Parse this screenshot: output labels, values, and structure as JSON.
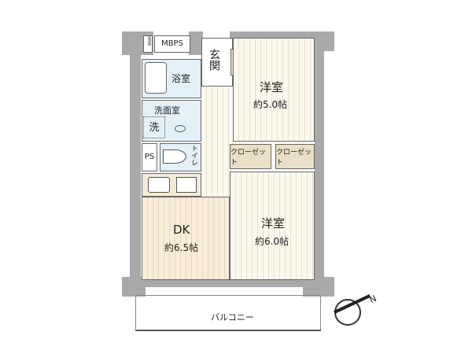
{
  "rooms": {
    "mbps": "MBPS",
    "water_heater": "給湯器",
    "entrance": "玄関",
    "shoe_storage": "下足入",
    "bath": "浴室",
    "washroom": "洗面室",
    "washer": "洗",
    "ps": "PS",
    "toilet": "トイレ",
    "western1": {
      "name": "洋室",
      "size": "約5.0帖"
    },
    "closet1": "クローゼット",
    "closet2": "クローゼット",
    "western2": {
      "name": "洋室",
      "size": "約6.0帖"
    },
    "dk": {
      "name": "DK",
      "size": "約6.5帖"
    },
    "balcony": "バルコニー"
  },
  "compass": {
    "label": "N"
  }
}
